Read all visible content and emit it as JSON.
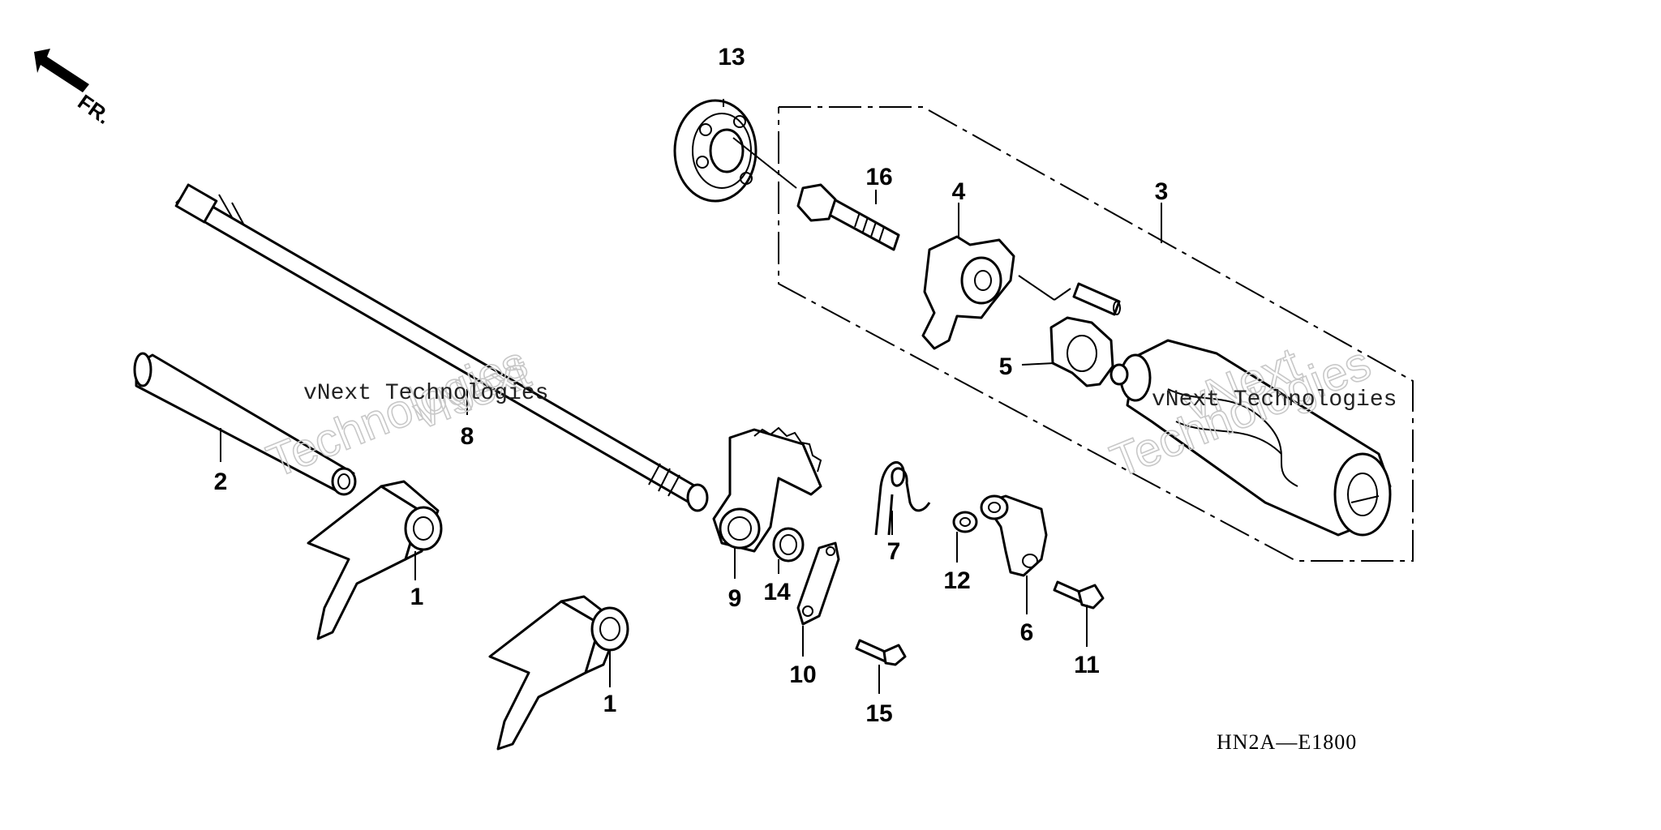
{
  "diagram_code": "HN2A—E1800",
  "front_marker": "FR.",
  "watermark": {
    "small_text": "vNext Technologies",
    "big_line1": "vNext",
    "big_line2": "Technologies"
  },
  "callouts": [
    "1",
    "1",
    "2",
    "3",
    "4",
    "5",
    "6",
    "7",
    "8",
    "9",
    "10",
    "11",
    "12",
    "13",
    "14",
    "15",
    "16"
  ]
}
